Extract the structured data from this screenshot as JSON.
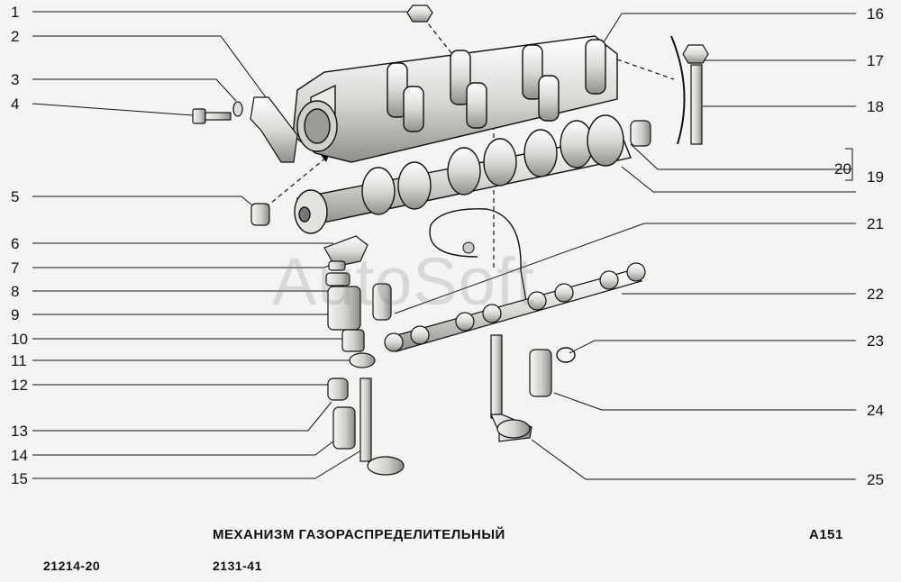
{
  "callouts_left": [
    "1",
    "2",
    "3",
    "4",
    "5",
    "6",
    "7",
    "8",
    "9",
    "10",
    "11",
    "12",
    "13",
    "14",
    "15"
  ],
  "callouts_right": [
    "16",
    "17",
    "18",
    "20",
    "19",
    "21",
    "22",
    "23",
    "24",
    "25"
  ],
  "footer": {
    "title": "МЕХАНИЗМ ГАЗОРАСПРЕДЕЛИТЕЛЬНЫЙ",
    "code": "A151",
    "model": "21214-20",
    "engine": "2131-41"
  },
  "watermark": "AutoSoft",
  "colors": {
    "line": "#111111",
    "background": "#f4f4f2",
    "shading": "#9a9a9a"
  }
}
